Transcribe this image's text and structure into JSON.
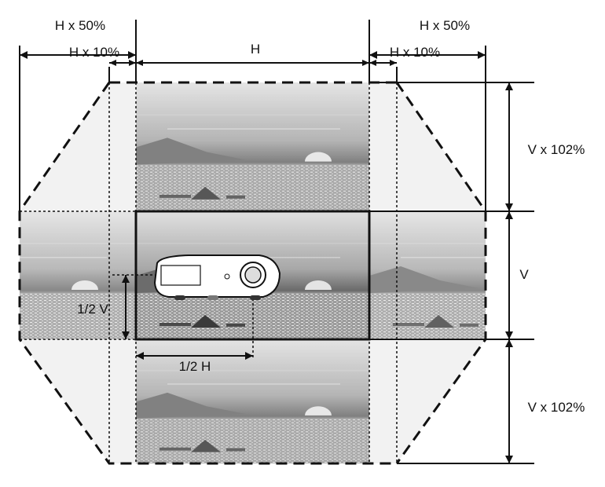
{
  "title": "Lens shift adjustment range",
  "labels": {
    "h_50_left": "H x 50%",
    "h_50_right": "H x 50%",
    "h_10_left": "H x 10%",
    "h_10_right": "H x 10%",
    "h": "H",
    "v_102_top": "V x 102%",
    "v": "V",
    "v_102_bottom": "V x 102%",
    "half_v": "1/2 V",
    "half_h": "1/2 H"
  },
  "colors": {
    "line": "#111111",
    "sky_top": "#d8d8d8",
    "sky_mid": "#8a8a8a",
    "sea": "#9a9a9a"
  }
}
